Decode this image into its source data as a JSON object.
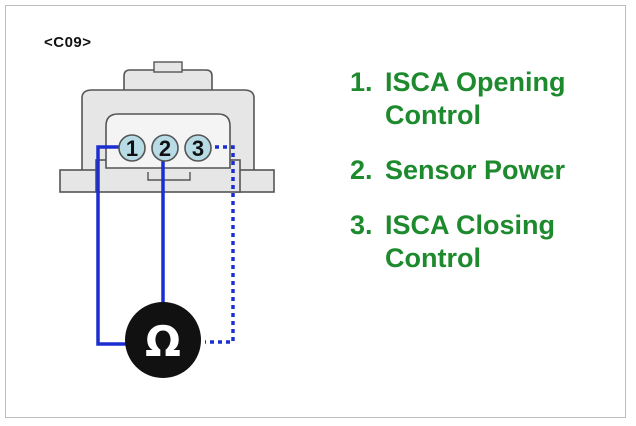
{
  "connector_id": "<C09>",
  "pins": [
    {
      "number": "1",
      "label": "ISCA Opening Control"
    },
    {
      "number": "2",
      "label": "Sensor Power"
    },
    {
      "number": "3",
      "label": "ISCA Closing Control"
    }
  ],
  "meter": {
    "symbol": "Ω",
    "icon": "ohmmeter-icon"
  },
  "colors": {
    "legend_text": "#1e8a2e",
    "wire": "#1b2fd1",
    "connector_body": "#e6e6e6",
    "pin_fill": "#b7dce6",
    "meter_fill": "#111111"
  }
}
